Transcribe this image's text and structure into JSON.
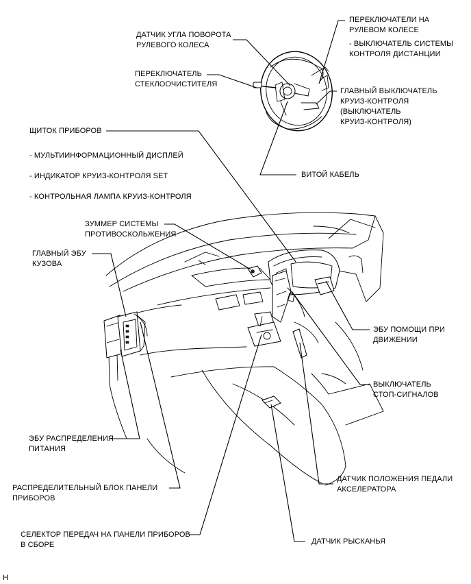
{
  "labels": {
    "steering_angle_sensor": "ДАТЧИК УГЛА ПОВОРОТА\nРУЛЕВОГО КОЛЕСА",
    "wiper_switch": "ПЕРЕКЛЮЧАТЕЛЬ\nСТЕКЛООЧИСТИТЕЛЯ",
    "steering_pad_switches": "ПЕРЕКЛЮЧАТЕЛИ НА\nРУЛЕВОМ КОЛЕСЕ",
    "distance_control_switch": "- ВЫКЛЮЧАТЕЛЬ СИСТЕМЫ\nКОНТРОЛЯ ДИСТАНЦИИ",
    "cruise_main_switch": "ГЛАВНЫЙ ВЫКЛЮЧАТЕЛЬ\nКРУИЗ-КОНТРОЛЯ",
    "cruise_switch_note": "(ВЫКЛЮЧАТЕЛЬ\nКРУИЗ-КОНТРОЛЯ)",
    "combination_meter": "ЩИТОК ПРИБОРОВ",
    "multi_display": "- МУЛЬТИИНФОРМАЦИОННЫЙ ДИСПЛЕЙ",
    "cruise_set_indicator": "- ИНДИКАТОР КРУИЗ-КОНТРОЛЯ SET",
    "cruise_warning_lamp": "- КОНТРОЛЬНАЯ ЛАМПА КРУИЗ-КОНТРОЛЯ",
    "spiral_cable": "ВИТОЙ КАБЕЛЬ",
    "skid_buzzer": "ЗУММЕР СИСТЕМЫ\nПРОТИВОСКОЛЬЖЕНИЯ",
    "main_body_ecu": "ГЛАВНЫЙ ЭБУ\nКУЗОВА",
    "driving_support_ecu": "ЭБУ ПОМОЩИ ПРИ\nДВИЖЕНИИ",
    "stop_light_switch": "ВЫКЛЮЧАТЕЛЬ\nСТОП-СИГНАЛОВ",
    "power_dist_ecu": "ЭБУ РАСПРЕДЕЛЕНИЯ\nПИТАНИЯ",
    "accel_pedal_sensor": "ДАТЧИК ПОЛОЖЕНИЯ ПЕДАЛИ\nАКСЕЛЕРАТОРА",
    "junction_block": "РАСПРЕДЕЛИТЕЛЬНЫЙ БЛОК ПАНЕЛИ\nПРИБОРОВ",
    "shift_selector": "СЕЛЕКТОР ПЕРЕДАЧ НА ПАНЕЛИ ПРИБОРОВ\nВ СБОРЕ",
    "yaw_rate_sensor": "ДАТЧИК РЫСКАНЬЯ",
    "figure_code": "H"
  }
}
